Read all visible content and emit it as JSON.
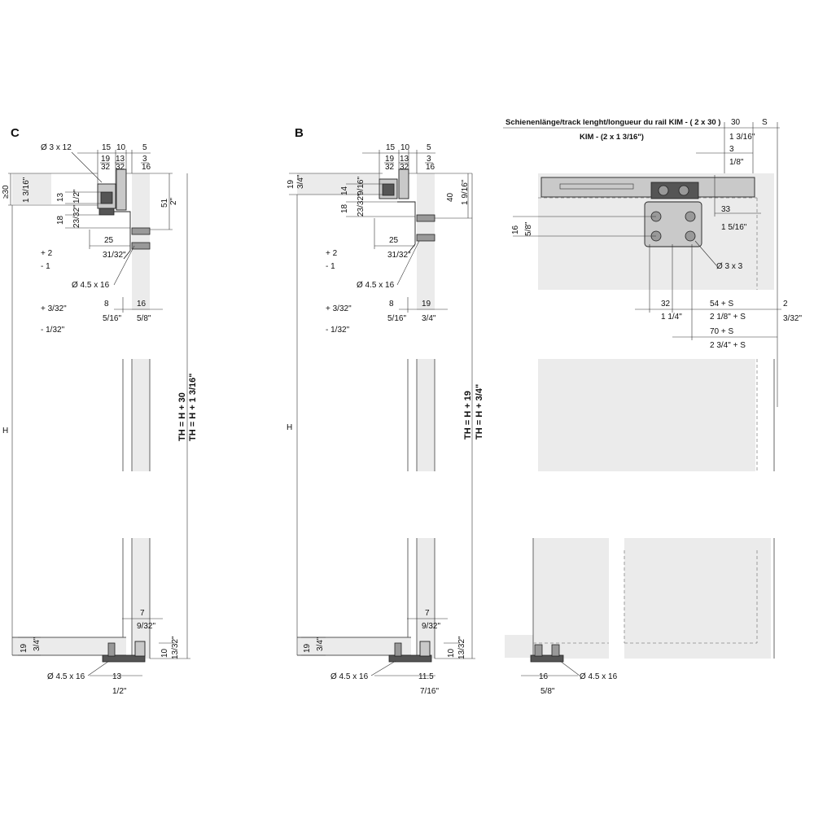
{
  "views": {
    "c": {
      "label": "C",
      "top": {
        "d1": "Ø 3 x 12",
        "d2": "15",
        "d3": "10",
        "d4": "5",
        "f2n": "19",
        "f2d": "32",
        "f3n": "13",
        "f3d": "32",
        "f4n": "3",
        "f4d": "16",
        "min30": "≥30",
        "min30_in": "1 3/16\"",
        "d13": "13",
        "d13_in": "1/2\"",
        "d18": "18",
        "d18_in": "23/32\"",
        "d51": "51",
        "d51_in": "2\"",
        "d25": "25",
        "d25_in": "31/32\"",
        "tolA_plus": "+ 2",
        "tolA_minus": "- 1",
        "tolB_plus": "+ 3/32\"",
        "tolB_minus": "- 1/32\"",
        "screw": "Ø 4.5 x 16",
        "d8": "8",
        "d8_in": "5/16\"",
        "d16": "16",
        "d16_in": "5/8\""
      },
      "height": "H",
      "th_mm": "TH = H + 30",
      "th_in": "TH = H + 1 3/16\"",
      "bottom": {
        "d19": "19",
        "d19_in": "3/4\"",
        "d7": "7",
        "d7_in": "9/32\"",
        "d10": "10",
        "d10_in": "13/32\"",
        "screw": "Ø 4.5 x 16",
        "d13": "13",
        "d13_in": "1/2\""
      }
    },
    "b": {
      "label": "B",
      "top": {
        "d2": "15",
        "d3": "10",
        "d4": "5",
        "f2n": "19",
        "f2d": "32",
        "f3n": "13",
        "f3d": "32",
        "f4n": "3",
        "f4d": "16",
        "d19": "19",
        "d19_in": "3/4\"",
        "d14": "14",
        "d14_in": "9/16\"",
        "d18": "18",
        "d18_in": "23/32\"",
        "d40": "40",
        "d40_in": "1 9/16\"",
        "d25": "25",
        "d25_in": "31/32\"",
        "tolA_plus": "+ 2",
        "tolA_minus": "- 1",
        "tolB_plus": "+ 3/32\"",
        "tolB_minus": "- 1/32\"",
        "screw": "Ø 4.5 x 16",
        "d8": "8",
        "d8_in": "5/16\"",
        "d19b": "19",
        "d19b_in": "3/4\""
      },
      "height": "H",
      "th_mm": "TH = H + 19",
      "th_in": "TH = H + 3/4\"",
      "bottom": {
        "d19": "19",
        "d19_in": "3/4\"",
        "d7": "7",
        "d7_in": "9/32\"",
        "d10": "10",
        "d10_in": "13/32\"",
        "screw": "Ø 4.5 x 16",
        "d115": "11.5",
        "d115_in": "7/16\""
      }
    },
    "right": {
      "rail_mm": "Schienenlänge/track lenght/longueur du rail KIM - ( 2 x 30 )",
      "rail_in": "KIM - (2 x 1 3/16\")",
      "d30": "30",
      "d30_in": "1 3/16\"",
      "s": "S",
      "d3": "3",
      "d3_in": "1/8\"",
      "d33": "33",
      "d33_in": "1 5/16\"",
      "d16": "16",
      "d16_in": "5/8\"",
      "hole": "Ø 3 x 3",
      "d32": "32",
      "d32_in": "1 1/4\"",
      "d54": "54 + S",
      "d54_in": "2 1/8\" + S",
      "d2": "2",
      "d2_in": "3/32\"",
      "d70": "70 + S",
      "d70_in": "2 3/4\" + S",
      "d16b": "16",
      "d16b_in": "5/8\"",
      "screw": "Ø 4.5 x 16"
    }
  }
}
